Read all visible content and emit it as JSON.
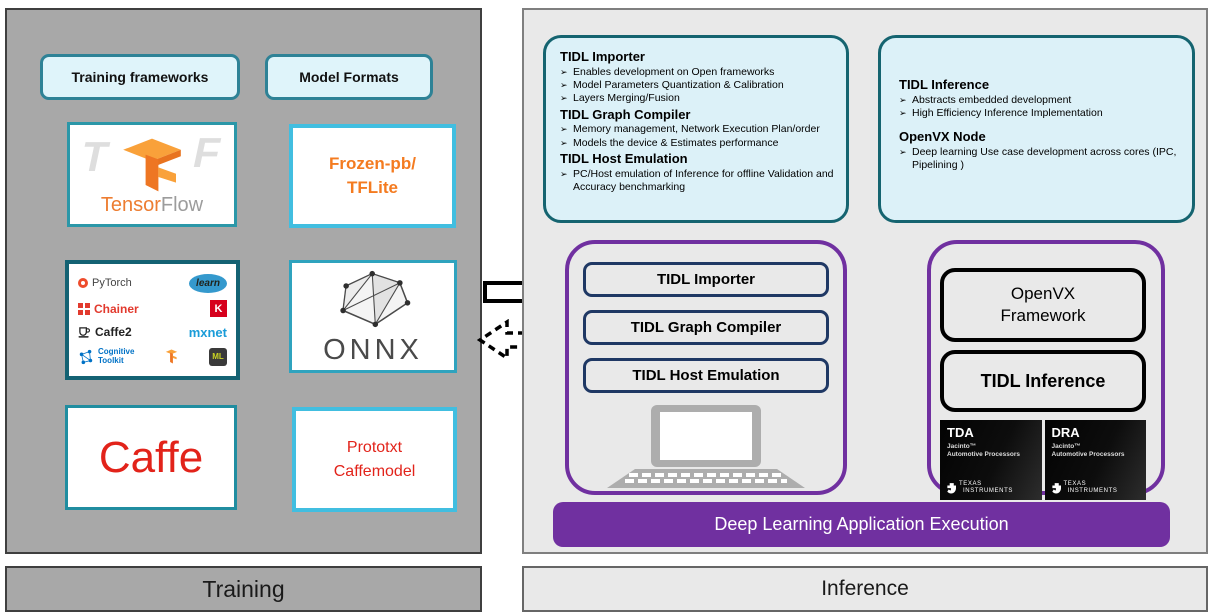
{
  "icons": {
    "bullet": "➢"
  },
  "colors": {
    "panel_gray": "#A8A8A8",
    "panel_light": "#E9E9E9",
    "purple": "#7030A0",
    "navy": "#1F3864",
    "teal_border": "#156470",
    "cyan_border": "#41BEE0",
    "info_fill": "#DCF1F8",
    "orange": "#F47B20",
    "red": "#E2231A"
  },
  "training": {
    "footer_label": "Training",
    "headers": {
      "frameworks": "Training frameworks",
      "formats": "Model Formats"
    },
    "tensorflow": {
      "ghost_1": "T",
      "ghost_2": "F",
      "word_1": "Tensor",
      "word_2": "Flow"
    },
    "frozen_pb": {
      "line_1": "Frozen-pb/",
      "line_2": "TFLite"
    },
    "collage": {
      "pytorch": "PyTorch",
      "sklearn": "learn",
      "chainer": "Chainer",
      "keras": "K",
      "caffe2": "Caffe2",
      "mxnet": "mxnet",
      "cntk_line_1": "Cognitive",
      "cntk_line_2": "Toolkit",
      "ml": "ML"
    },
    "onnx": {
      "label": "ONNX"
    },
    "caffe": {
      "label": "Caffe"
    },
    "prototxt": {
      "line_1": "Prototxt",
      "line_2": "Caffemodel"
    }
  },
  "inference": {
    "footer_label": "Inference",
    "info_importer": {
      "s1_title": "TIDL Importer",
      "s1_b1": "Enables development on Open frameworks",
      "s1_b2": "Model Parameters Quantization  & Calibration",
      "s1_b3": "Layers Merging/Fusion",
      "s2_title": "TIDL Graph Compiler",
      "s2_b1": "Memory management,  Network Execution Plan/order",
      "s2_b2": "Models the device & Estimates performance",
      "s3_title": "TIDL Host Emulation",
      "s3_b1": "PC/Host emulation of Inference  for offline Validation  and Accuracy benchmarking"
    },
    "info_inference": {
      "s1_title": "TIDL Inference",
      "s1_b1": "Abstracts embedded development",
      "s1_b2": "High Efficiency Inference Implementation",
      "s2_title": "OpenVX Node",
      "s2_b1": "Deep learning Use case development across cores (IPC, Pipelining )"
    },
    "host_tools": {
      "pill_1": "TIDL Importer",
      "pill_2": "TIDL Graph Compiler",
      "pill_3": "TIDL Host Emulation"
    },
    "target": {
      "openvx_line_1": "OpenVX",
      "openvx_line_2": "Framework",
      "tidl_inference": "TIDL Inference",
      "chip_tda": {
        "name": "TDA",
        "family": "Jacinto™",
        "category": "Automotive Processors",
        "brand_1": "TEXAS",
        "brand_2": "INSTRUMENTS"
      },
      "chip_dra": {
        "name": "DRA",
        "family": "Jacinto™",
        "category": "Automotive Processors",
        "brand_1": "TEXAS",
        "brand_2": "INSTRUMENTS"
      }
    },
    "execution_bar": "Deep Learning Application Execution"
  }
}
